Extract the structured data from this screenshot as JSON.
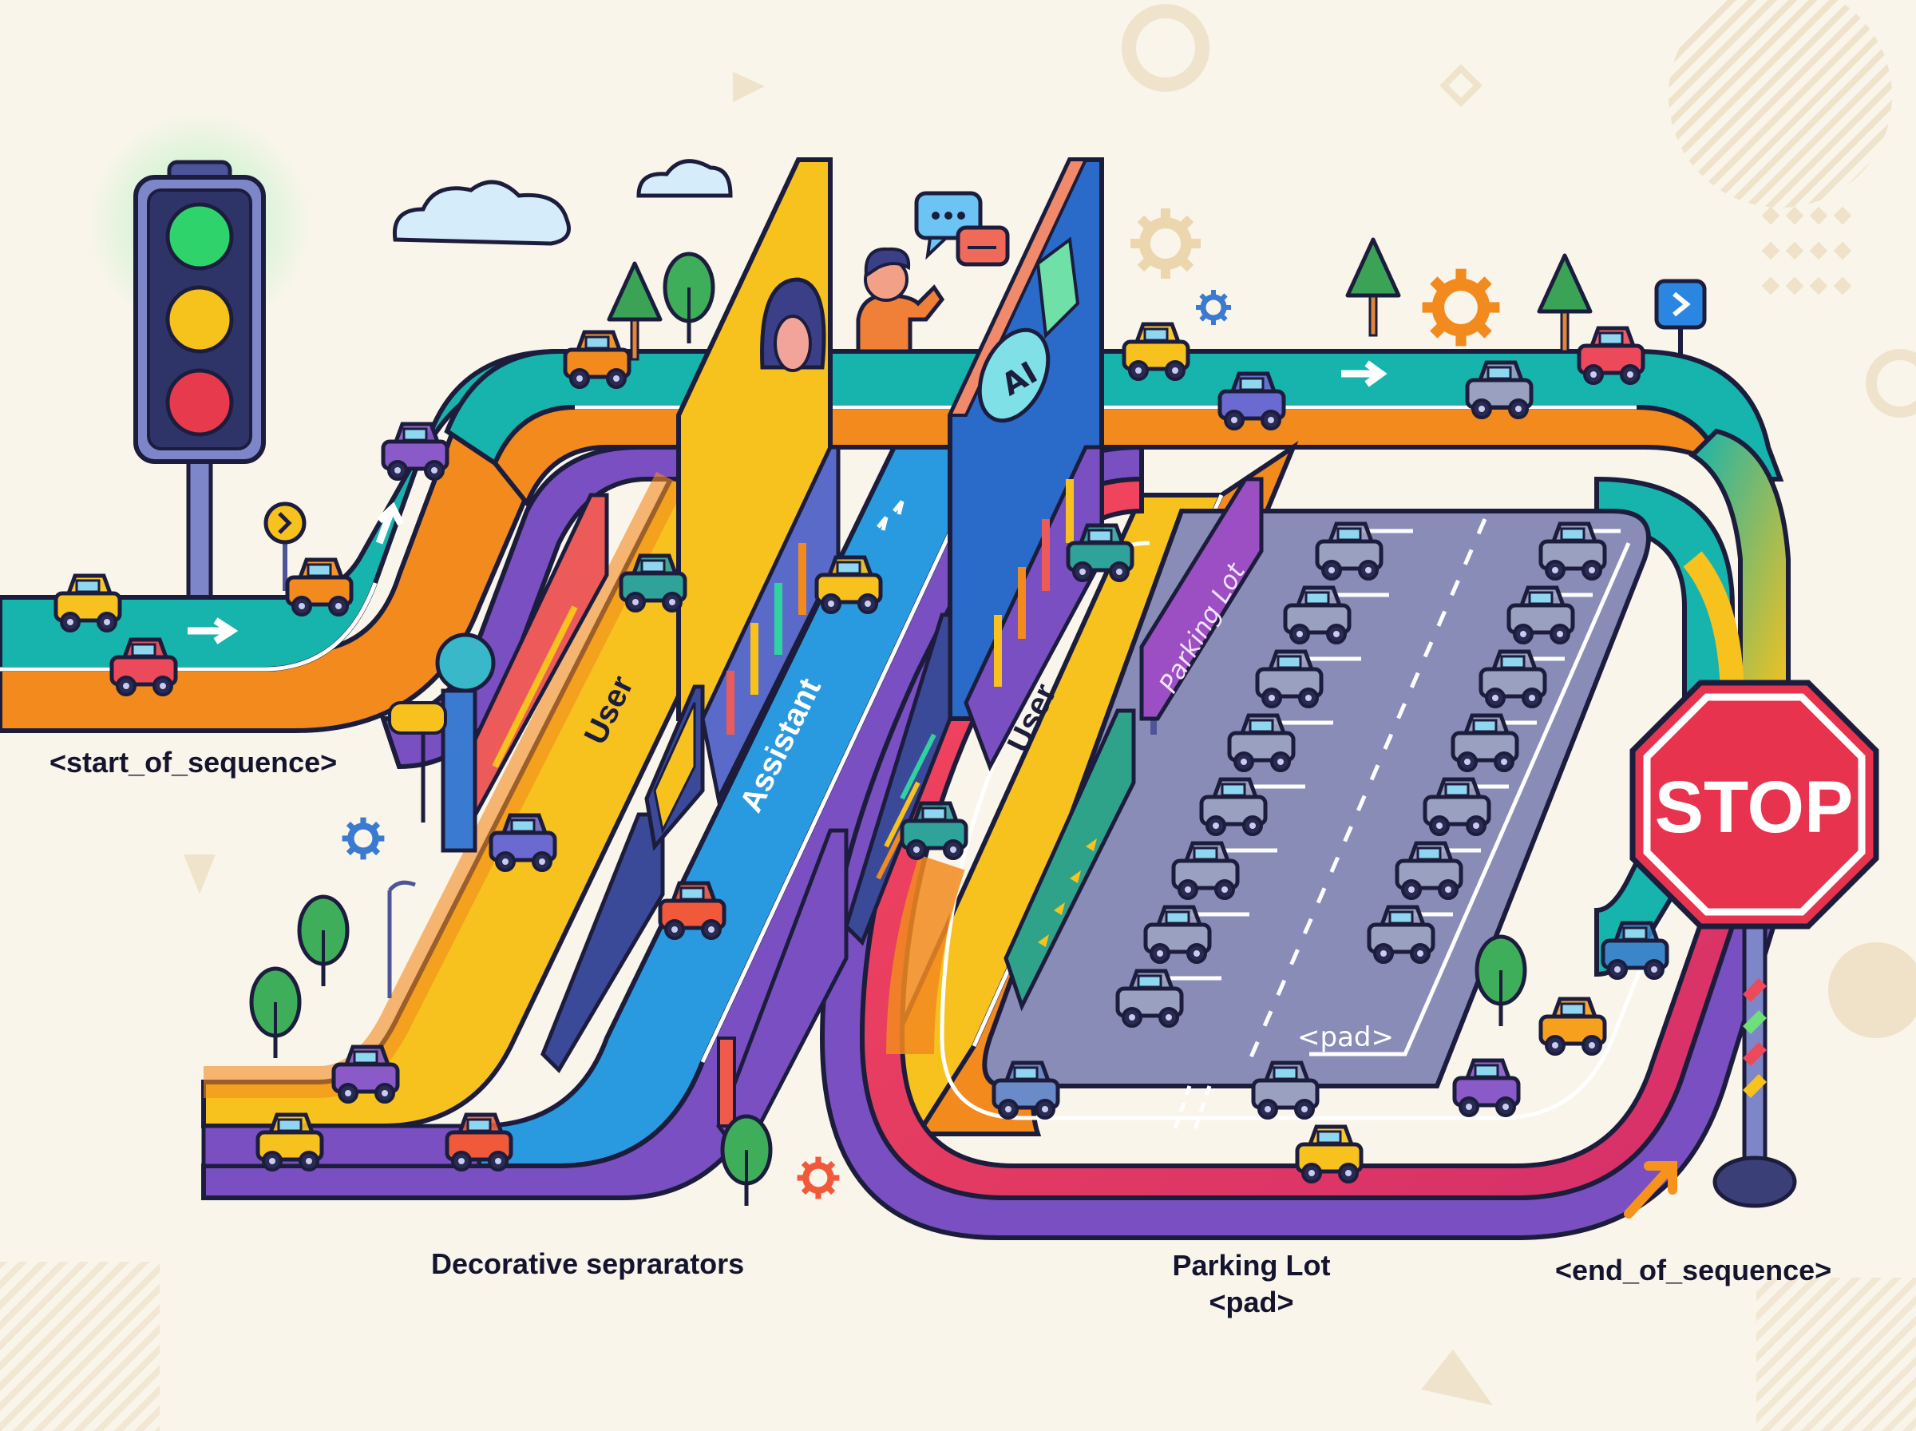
{
  "diagram": {
    "theme": "token sequence as a road trip",
    "background_color": "#f9f5ea",
    "labels": {
      "start": "<start_of_sequence>",
      "separators": "Decorative seprarators",
      "parking_line1": "Parking Lot",
      "parking_line2": "<pad>",
      "end": "<end_of_sequence>"
    },
    "lanes": {
      "user_1": "User",
      "assistant": "Assistant",
      "user_2": "User"
    },
    "signs": {
      "parking_lot_banner": "Parking Lot",
      "pad_marking": "<pad>",
      "stop_sign": "STOP",
      "ai_billboard": "AI"
    },
    "traffic_light": {
      "active": "green",
      "colors": {
        "green": "#2fd36b",
        "yellow": "#f6c21c",
        "red": "#e83a4d",
        "housing": "#3a3f78"
      }
    },
    "road_colors": {
      "teal": "#17b3ad",
      "orange": "#f28a1e",
      "yellow": "#f7c21d",
      "blue": "#2a9ae0",
      "purple": "#7a4fc2",
      "red": "#ec3e52",
      "asphalt": "#8a8cb8"
    },
    "parking_spots": {
      "left_column": 8,
      "right_column": 7
    }
  }
}
